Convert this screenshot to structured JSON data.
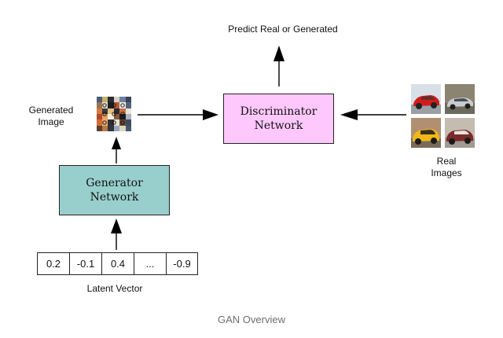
{
  "diagram": {
    "top_label": "Predict Real or Generated",
    "discriminator": {
      "line1": "Discriminator",
      "line2": "Network",
      "color": "#fec8fd"
    },
    "generator": {
      "line1": "Generator",
      "line2": "Network",
      "color": "#98cfcd"
    },
    "generated_image_label": {
      "line1": "Generated",
      "line2": "Image"
    },
    "real_images_label": {
      "line1": "Real",
      "line2": "Images"
    },
    "latent_vector": {
      "cells": [
        "0.2",
        "-0.1",
        "0.4",
        "...",
        "-0.9"
      ],
      "label": "Latent Vector"
    },
    "caption": "GAN Overview"
  }
}
